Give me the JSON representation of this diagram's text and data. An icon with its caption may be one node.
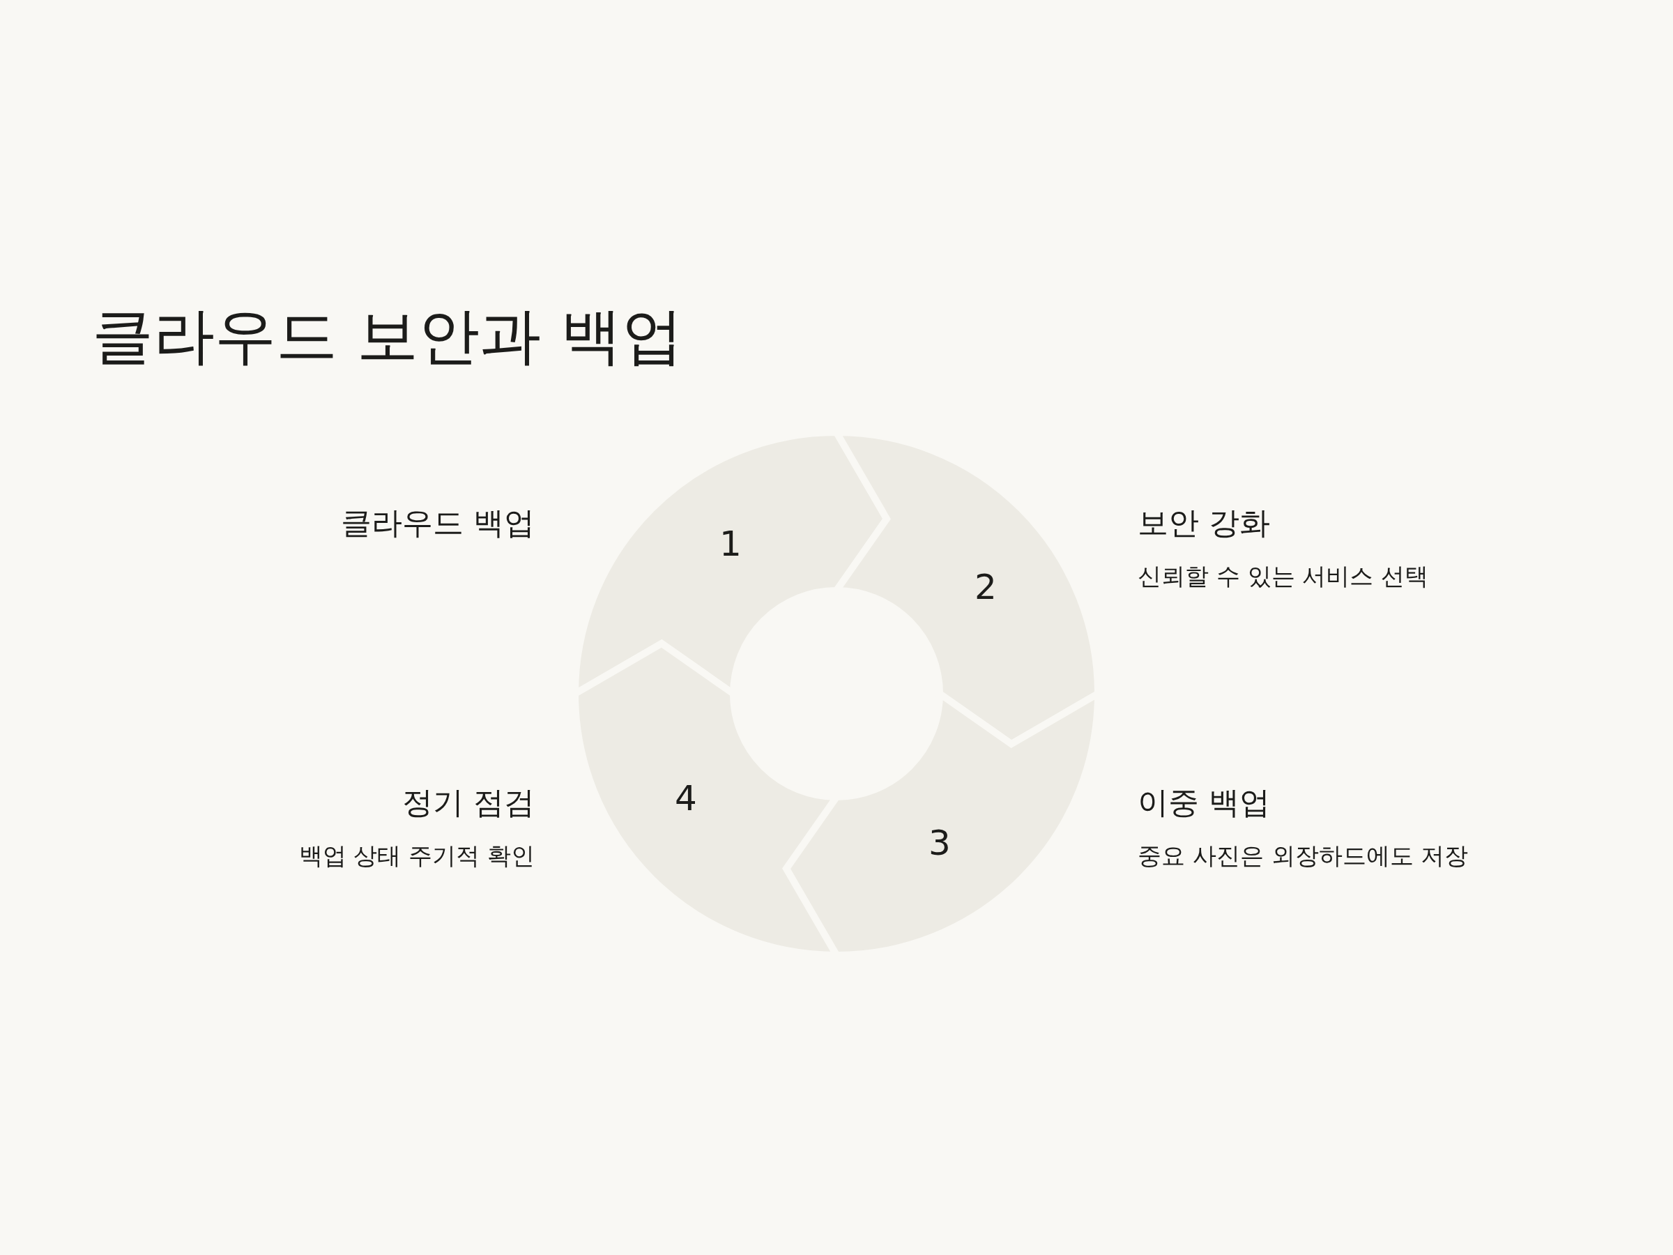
{
  "diagram": {
    "title": "클라우드 보안과 백업",
    "nodes": [
      {
        "text": [
          "1"
        ]
      },
      {
        "text": [
          "2"
        ]
      },
      {
        "text": [
          "3"
        ]
      },
      {
        "text": [
          "4"
        ]
      }
    ],
    "labels": [
      "클라우드 백업",
      "보안 강화",
      "신뢰할 수 있는 서비스 선택",
      "정기 점검",
      "이중 백업",
      "백업 상태 주기적 확인",
      "중요 사진은 외장하드에도 저장"
    ]
  }
}
